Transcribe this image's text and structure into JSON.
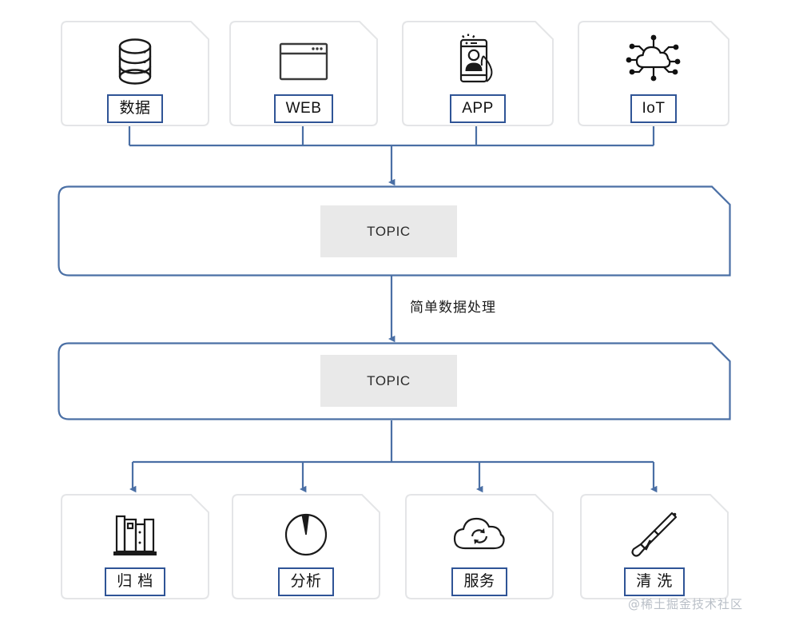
{
  "diagram": {
    "title": "data-pipeline-flow",
    "colors": {
      "card_border": "#e4e5e7",
      "label_border": "#2f5496",
      "connector": "#4a6fa5",
      "band_border": "#4a6fa5",
      "topic_chip_bg": "#e9e9e9",
      "icon_stroke": "#1a1a1a",
      "watermark": "#b9bfc7"
    },
    "sources": [
      {
        "label": "数据",
        "icon": "database-icon",
        "icon_name": "database-icon"
      },
      {
        "label": "WEB",
        "icon": "browser-window-icon",
        "icon_name": "browser-window-icon"
      },
      {
        "label": "APP",
        "icon": "mobile-app-user-icon",
        "icon_name": "mobile-app-user-icon"
      },
      {
        "label": "IoT",
        "icon": "cloud-network-icon",
        "icon_name": "cloud-network-icon"
      }
    ],
    "bands": [
      {
        "name": "ingest-topic-band",
        "chip_label": "TOPIC"
      },
      {
        "name": "processed-topic-band",
        "chip_label": "TOPIC"
      }
    ],
    "edge_label": "简单数据处理",
    "sinks": [
      {
        "label": "归 档",
        "icon": "books-archive-icon",
        "icon_name": "books-archive-icon"
      },
      {
        "label": "分析",
        "icon": "pie-chart-icon",
        "icon_name": "pie-chart-icon"
      },
      {
        "label": "服务",
        "icon": "cloud-sync-icon",
        "icon_name": "cloud-sync-icon"
      },
      {
        "label": "清 洗",
        "icon": "paint-brush-icon",
        "icon_name": "paint-brush-icon"
      }
    ],
    "watermark": "@稀土掘金技术社区"
  }
}
